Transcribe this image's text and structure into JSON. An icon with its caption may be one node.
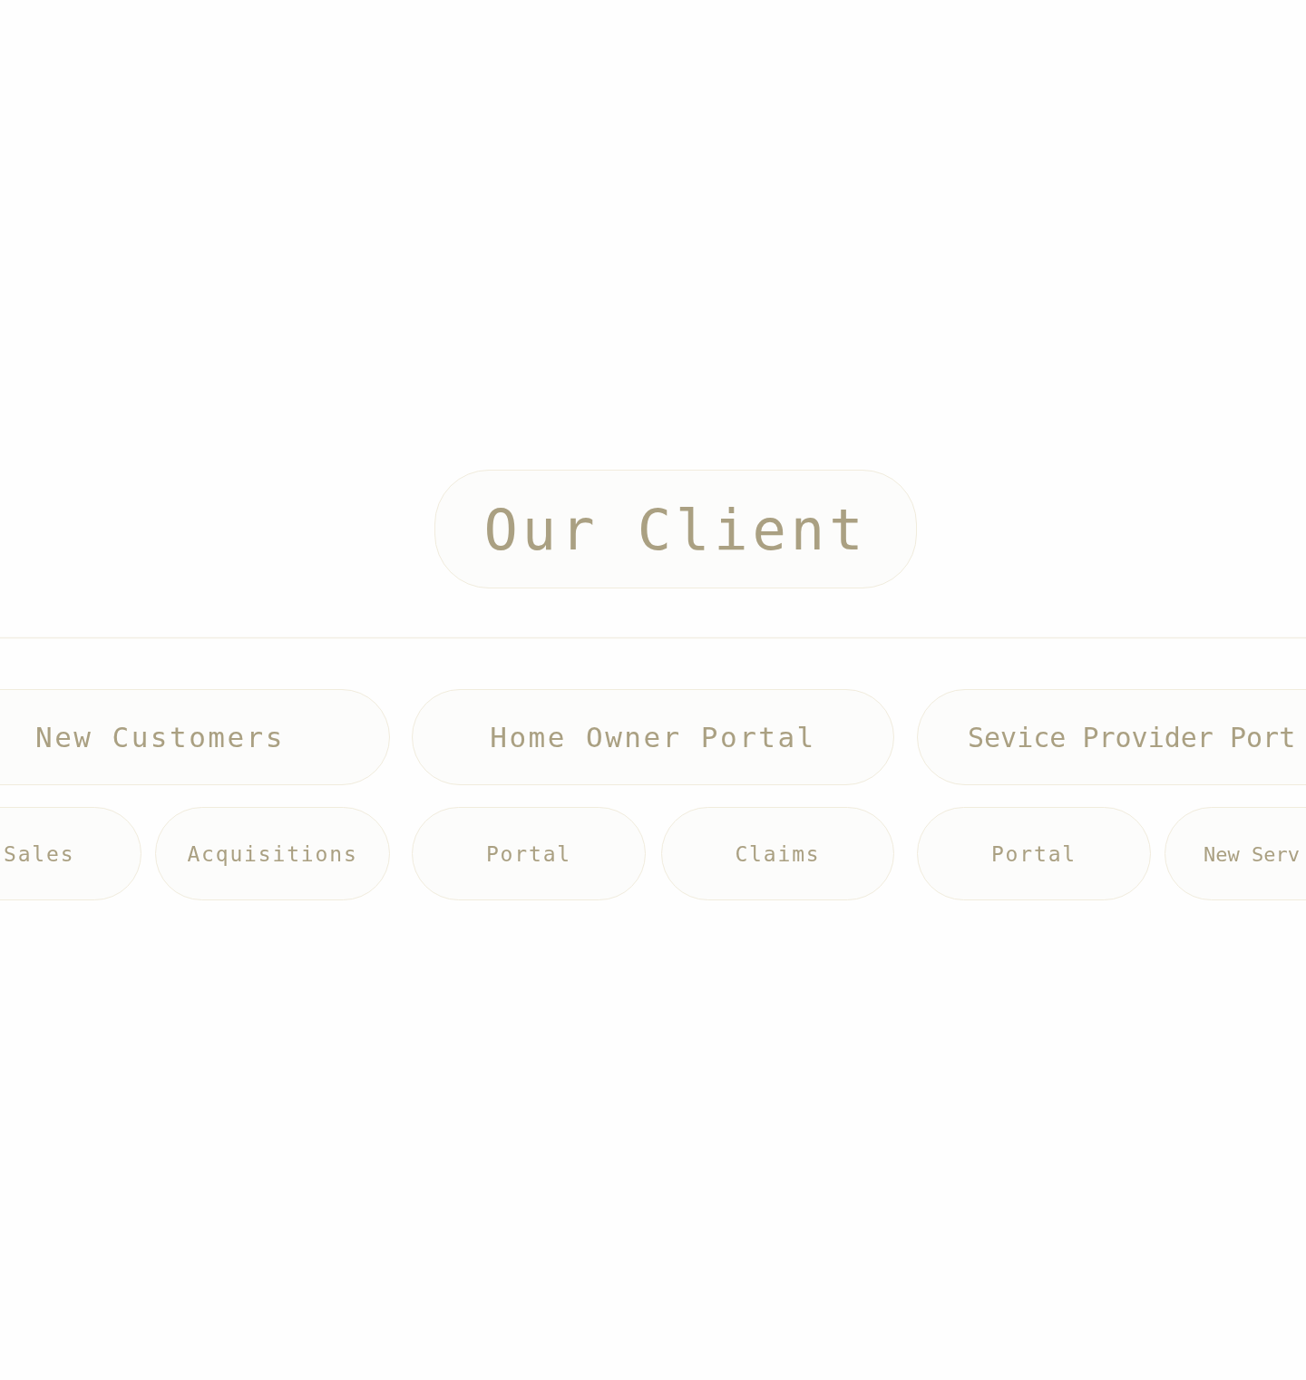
{
  "diagram": {
    "nodes": [
      {
        "text": [
          "Our Client"
        ]
      },
      {
        "text": [
          "New Customers"
        ]
      },
      {
        "text": [
          "Home Owner Portal"
        ]
      },
      {
        "text": [
          "Sevice Provider Port"
        ]
      },
      {
        "text": [
          "Sales"
        ]
      },
      {
        "text": [
          "Acquisitions"
        ]
      },
      {
        "text": [
          "Portal"
        ]
      },
      {
        "text": [
          "Claims"
        ]
      },
      {
        "text": [
          "Portal"
        ]
      },
      {
        "text": [
          "New Serv"
        ]
      }
    ]
  }
}
